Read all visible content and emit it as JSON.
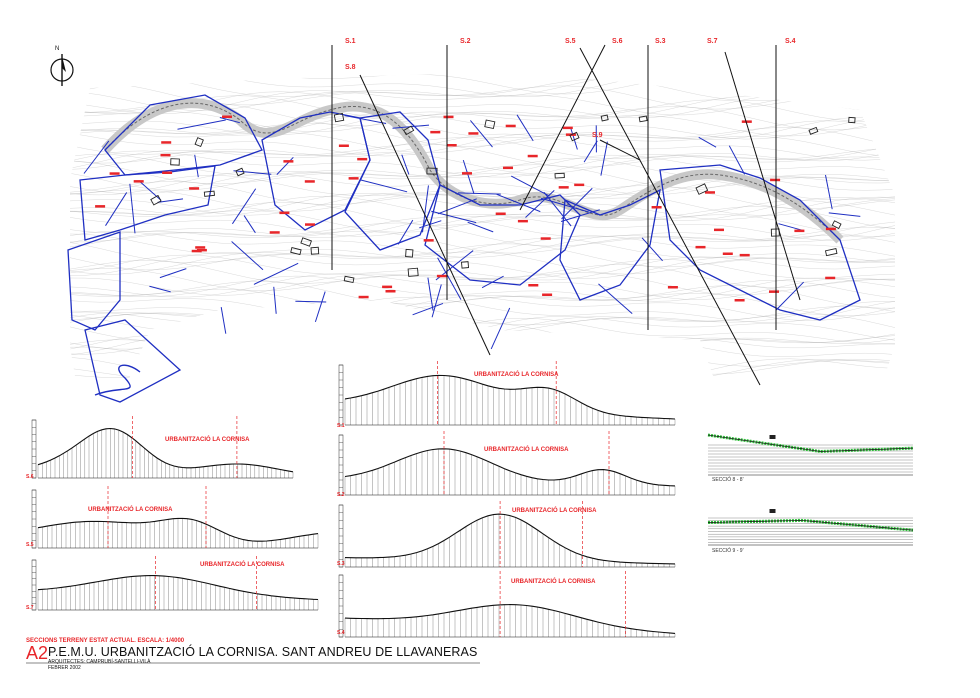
{
  "sheet": {
    "code": "A2",
    "title": "P.E.M.U. URBANITZACIÓ LA CORNISA. SANT ANDREU DE LLAVANERAS",
    "caption": "SECCIONS TERRENY ESTAT ACTUAL. ESCALA: 1/4000",
    "authors": "ARQUITECTES: CAMPRUBÍ-SANTELLI-VILÀ",
    "date": "FEBRER 2002"
  },
  "plan": {
    "north_label": "N",
    "section_markers": [
      "S.1",
      "S.8",
      "S.2",
      "S.5",
      "S.6",
      "S.3",
      "S.7",
      "S.4",
      "S.9"
    ]
  },
  "profiles": [
    {
      "id": "S.1",
      "title": "URBANITZACIÓ LA CORNISA"
    },
    {
      "id": "S.2",
      "title": "URBANITZACIÓ LA CORNISA"
    },
    {
      "id": "S.3",
      "title": "URBANITZACIÓ LA CORNISA"
    },
    {
      "id": "S.4",
      "title": "URBANITZACIÓ LA CORNISA"
    },
    {
      "id": "S.6",
      "title": "URBANITZACIÓ LA CORNISA"
    },
    {
      "id": "S.5",
      "title": "URBANITZACIÓ LA CORNISA"
    },
    {
      "id": "S.7",
      "title": "URBANITZACIÓ LA CORNISA"
    }
  ],
  "small_sections": [
    {
      "caption": "SECCIÓ 8 - 8'"
    },
    {
      "caption": "SECCIÓ 9 - 9'"
    }
  ],
  "colors": {
    "plot_outline": "#1f2fc2",
    "lot_label": "#e8262a",
    "section_line": "#111111",
    "vegetation": "#2fbf3a",
    "contour": "#9a9a9a"
  }
}
